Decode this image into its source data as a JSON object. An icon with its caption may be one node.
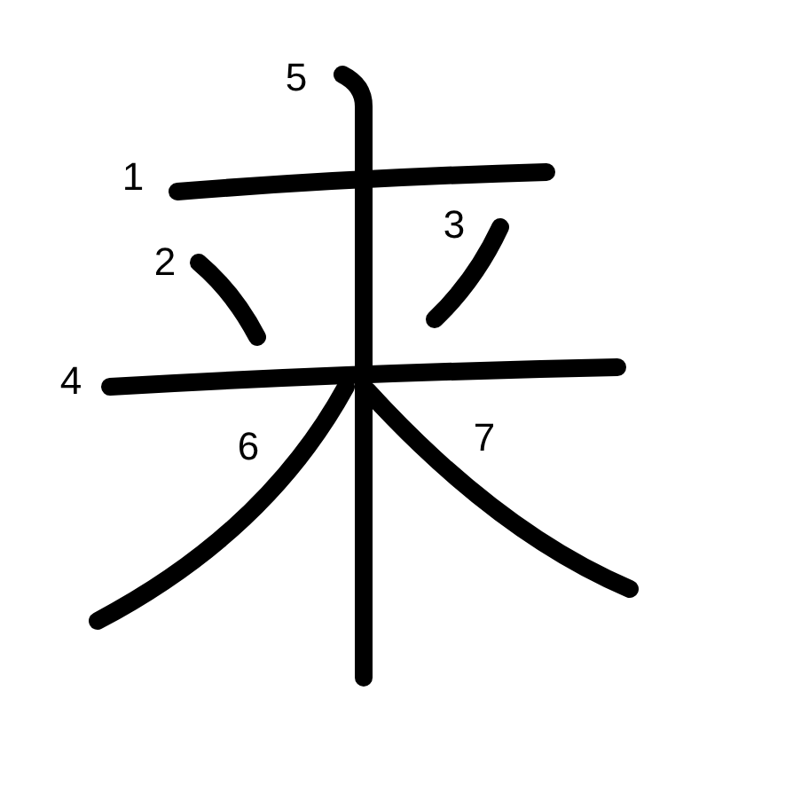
{
  "diagram": {
    "labels": [
      "5",
      "1",
      "2",
      "3",
      "4",
      "6",
      "7"
    ]
  }
}
